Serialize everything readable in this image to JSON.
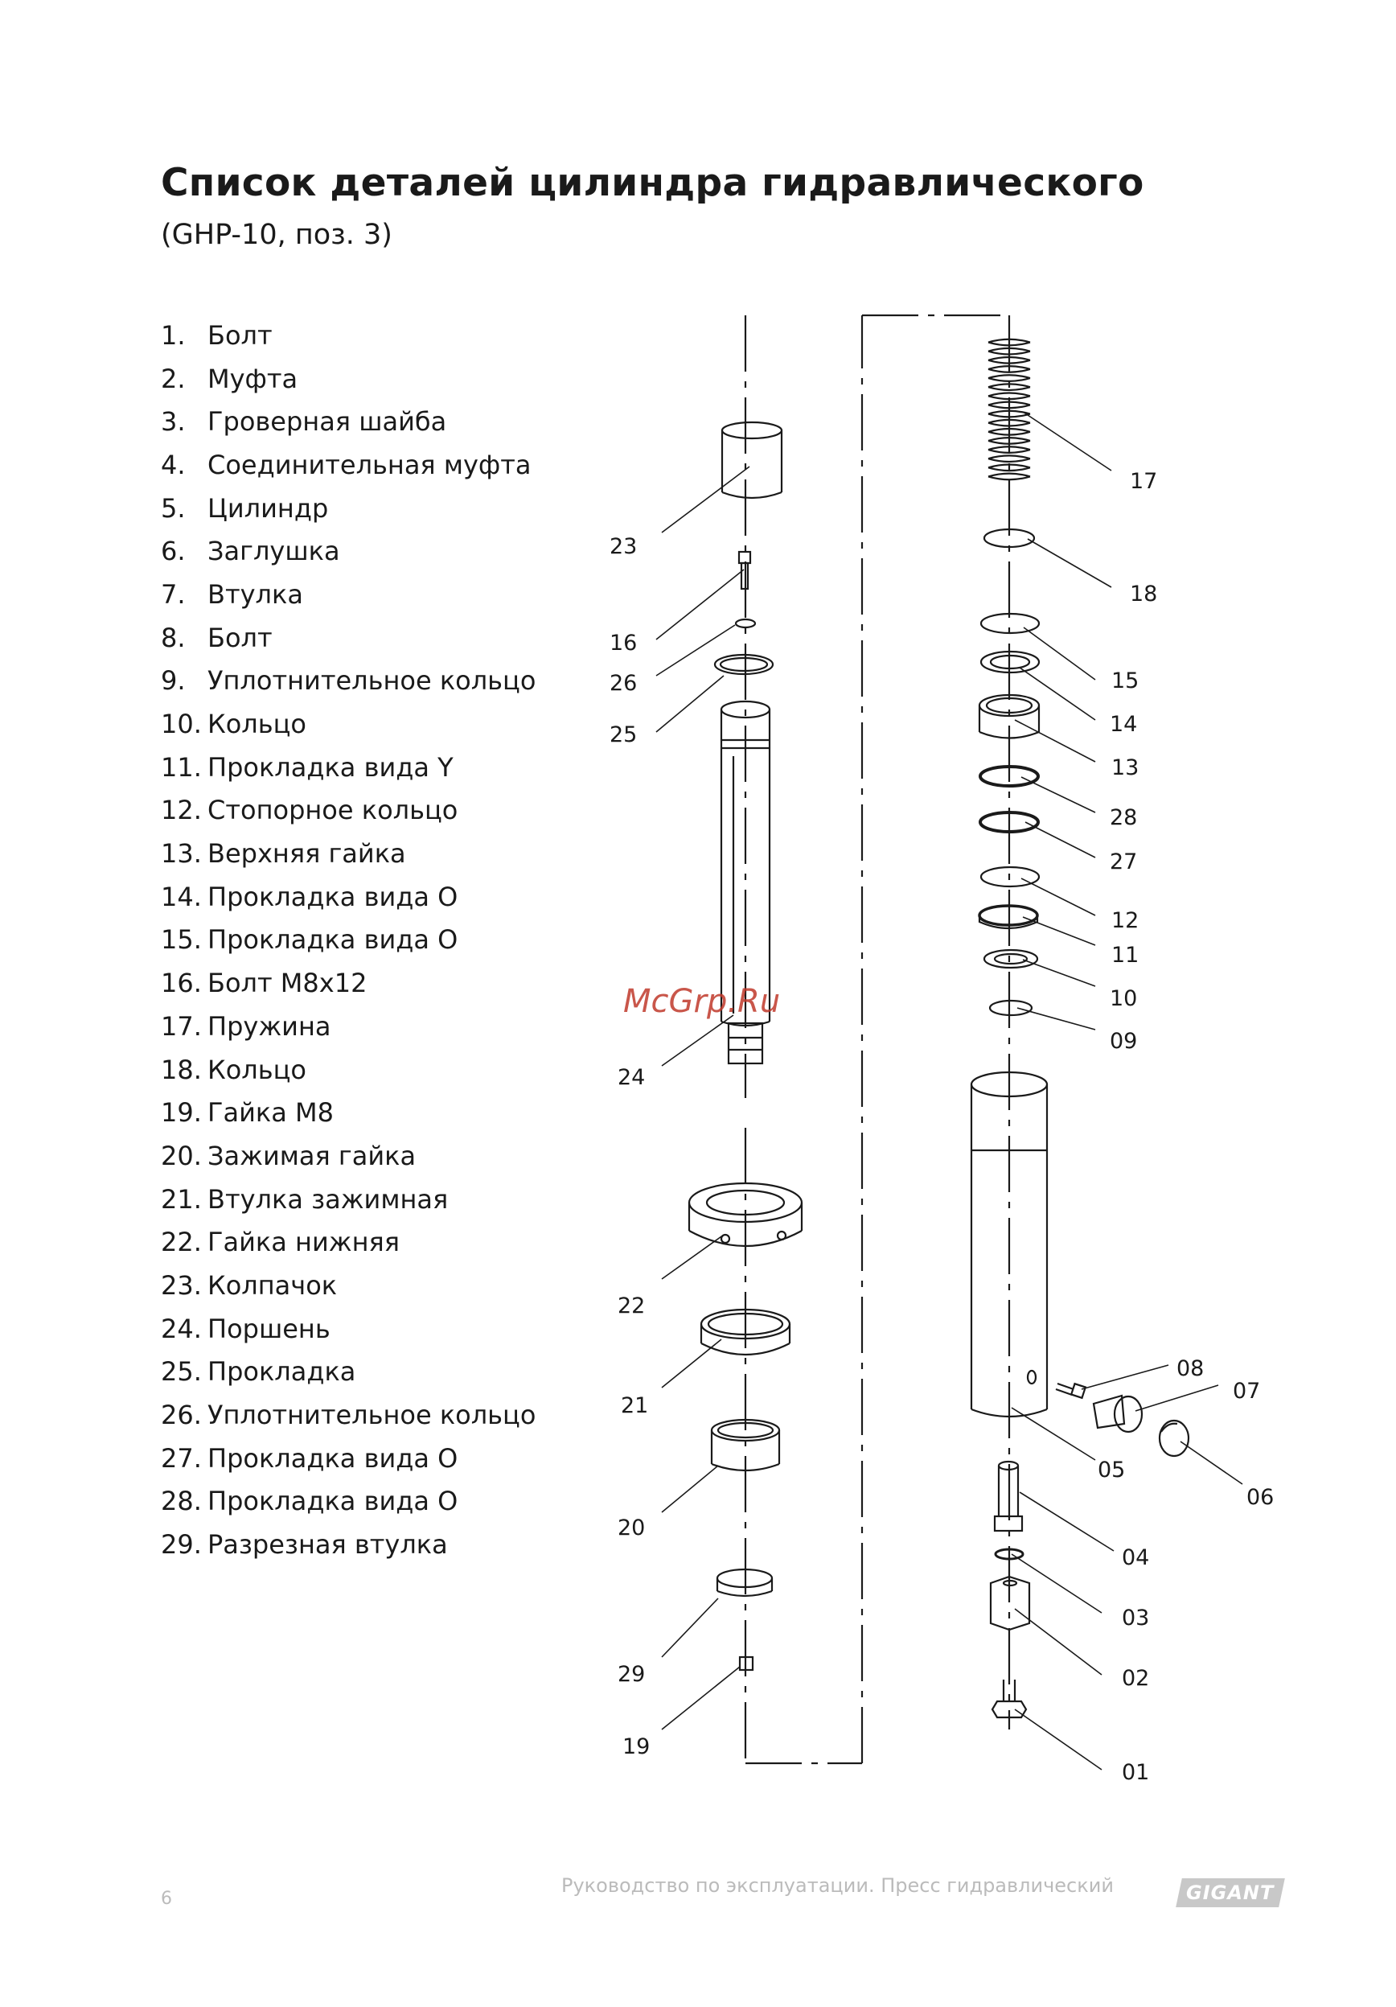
{
  "title": "Список деталей цилиндра гидравлического",
  "subtitle": "(GHP-10, поз. 3)",
  "parts": [
    {
      "num": "1.",
      "name": "Болт"
    },
    {
      "num": "2.",
      "name": "Муфта"
    },
    {
      "num": "3.",
      "name": "Гроверная шайба"
    },
    {
      "num": "4.",
      "name": "Соединительная муфта"
    },
    {
      "num": "5.",
      "name": "Цилиндр"
    },
    {
      "num": "6.",
      "name": "Заглушка"
    },
    {
      "num": "7.",
      "name": "Втулка"
    },
    {
      "num": "8.",
      "name": "Болт"
    },
    {
      "num": "9.",
      "name": "Уплотнительное кольцо"
    },
    {
      "num": "10.",
      "name": "Кольцо"
    },
    {
      "num": "11.",
      "name": "Прокладка вида Y"
    },
    {
      "num": "12.",
      "name": "Стопорное кольцо"
    },
    {
      "num": "13.",
      "name": "Верхняя гайка"
    },
    {
      "num": "14.",
      "name": "Прокладка вида О"
    },
    {
      "num": "15.",
      "name": "Прокладка вида О"
    },
    {
      "num": "16.",
      "name": "Болт М8х12"
    },
    {
      "num": "17.",
      "name": "Пружина"
    },
    {
      "num": "18.",
      "name": "Кольцо"
    },
    {
      "num": "19.",
      "name": "Гайка М8"
    },
    {
      "num": "20.",
      "name": "Зажимая гайка"
    },
    {
      "num": "21.",
      "name": "Втулка зажимная"
    },
    {
      "num": "22.",
      "name": "Гайка нижняя"
    },
    {
      "num": "23.",
      "name": "Колпачок"
    },
    {
      "num": "24.",
      "name": "Поршень"
    },
    {
      "num": "25.",
      "name": "Прокладка"
    },
    {
      "num": "26.",
      "name": "Уплотнительное кольцо"
    },
    {
      "num": "27.",
      "name": "Прокладка вида О"
    },
    {
      "num": "28.",
      "name": "Прокладка вида О"
    },
    {
      "num": "29.",
      "name": "Разрезная втулка"
    }
  ],
  "diagram_labels": {
    "l23": "23",
    "l16": "16",
    "l26": "26",
    "l25": "25",
    "l24": "24",
    "l22": "22",
    "l21": "21",
    "l20": "20",
    "l29": "29",
    "l19": "19",
    "l17": "17",
    "l18": "18",
    "l15": "15",
    "l14": "14",
    "l13": "13",
    "l28": "28",
    "l27": "27",
    "l12": "12",
    "l11": "11",
    "l10": "10",
    "l09": "09",
    "l08": "08",
    "l07": "07",
    "l06": "06",
    "l05": "05",
    "l04": "04",
    "l03": "03",
    "l02": "02",
    "l01": "01"
  },
  "watermark": "McGrp.Ru",
  "footer": {
    "page_number": "6",
    "text": "Руководство по эксплуатации. Пресс гидравлический",
    "logo": "GIGANT"
  }
}
